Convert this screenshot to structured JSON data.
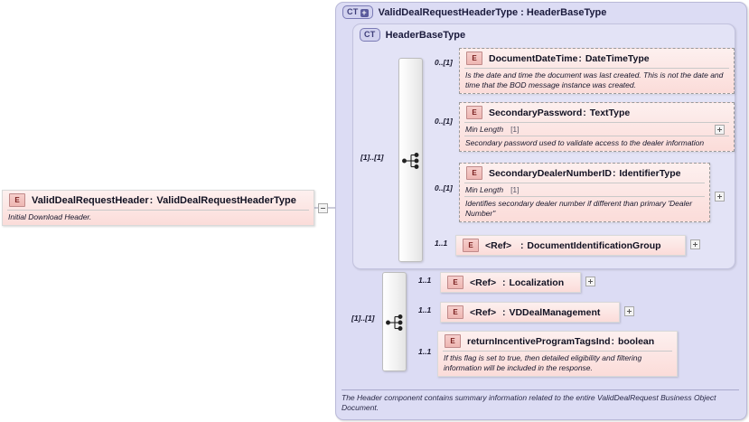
{
  "diagram": {
    "title": "XSD schema diagram: ValidDealRequestHeader",
    "root_element": {
      "badge": "E",
      "name": "ValidDealRequestHeader",
      "separator": ":",
      "type": "ValidDealRequestHeaderType",
      "documentation": "Initial Download Header.",
      "collapse_handle": "collapse-handle"
    },
    "outer_type": {
      "badge": "CT",
      "badge_plus": "+",
      "name": "ValidDealRequestHeaderType",
      "separator": ":",
      "base": "HeaderBaseType",
      "footer_documentation": "The Header component contains summary information related to the entire ValidDealRequest Business Object Document."
    },
    "inner_type": {
      "badge": "CT",
      "name": "HeaderBaseType"
    },
    "compositors": [
      {
        "id": "seq-top",
        "kind": "sequence",
        "occurrence": "[1]..[1]"
      },
      {
        "id": "seq-bottom",
        "kind": "sequence",
        "occurrence": "[1]..[1]"
      }
    ],
    "elements": [
      {
        "id": "documentdatetime",
        "badge": "E",
        "name": "DocumentDateTime",
        "separator": ":",
        "type": "DateTimeType",
        "occurrence": "0..[1]",
        "documentation": "Is the date and time the document was last created. This is not the date and time that the BOD message instance was created.",
        "facet_name": null,
        "facet_value": null,
        "expandable": false,
        "style": "dashed"
      },
      {
        "id": "secondarypassword",
        "badge": "E",
        "name": "SecondaryPassword",
        "separator": ":",
        "type": "TextType",
        "occurrence": "0..[1]",
        "facet_name": "Min Length",
        "facet_value": "[1]",
        "documentation": "Secondary password used to validate access to the dealer information",
        "expandable": true,
        "style": "dashed"
      },
      {
        "id": "secondarydealernumberid",
        "badge": "E",
        "name": "SecondaryDealerNumberID",
        "separator": ":",
        "type": "IdentifierType",
        "occurrence": "0..[1]",
        "facet_name": "Min Length",
        "facet_value": "[1]",
        "documentation": "Identifies secondary dealer number if different than primary 'Dealer Number\"",
        "expandable": true,
        "style": "dashed"
      },
      {
        "id": "documentidentificationgroup",
        "badge": "E",
        "name": "<Ref>",
        "separator": ":",
        "type": "DocumentIdentificationGroup",
        "occurrence": "1..1",
        "facet_name": null,
        "facet_value": null,
        "documentation": null,
        "expandable": true,
        "style": "solid"
      },
      {
        "id": "localization",
        "badge": "E",
        "name": "<Ref>",
        "separator": ":",
        "type": "Localization",
        "occurrence": "1..1",
        "facet_name": null,
        "facet_value": null,
        "documentation": null,
        "expandable": true,
        "style": "solid"
      },
      {
        "id": "vddealmanagement",
        "badge": "E",
        "name": "<Ref>",
        "separator": ":",
        "type": "VDDealManagement",
        "occurrence": "1..1",
        "facet_name": null,
        "facet_value": null,
        "documentation": null,
        "expandable": true,
        "style": "solid"
      },
      {
        "id": "returnincentiveprogramtagsind",
        "badge": "E",
        "name": "returnIncentiveProgramTagsInd",
        "separator": ":",
        "type": "boolean",
        "occurrence": "1..1",
        "facet_name": null,
        "facet_value": null,
        "documentation": "If this flag is set to true, then detailed eligibility and filtering information will be included in the response.",
        "expandable": false,
        "style": "solid"
      }
    ],
    "colors": {
      "outer_container_fill": "#dcdcf4",
      "inner_container_fill": "#e3e3f6",
      "element_fill_top": "#fdf0ef",
      "element_fill_bottom": "#fbdcd9",
      "element_badge_fill": "#eeb6b2",
      "type_badge_fill": "#d2d2ef",
      "connector_line": "#8a8aa8",
      "canvas": "#ffffff"
    }
  }
}
